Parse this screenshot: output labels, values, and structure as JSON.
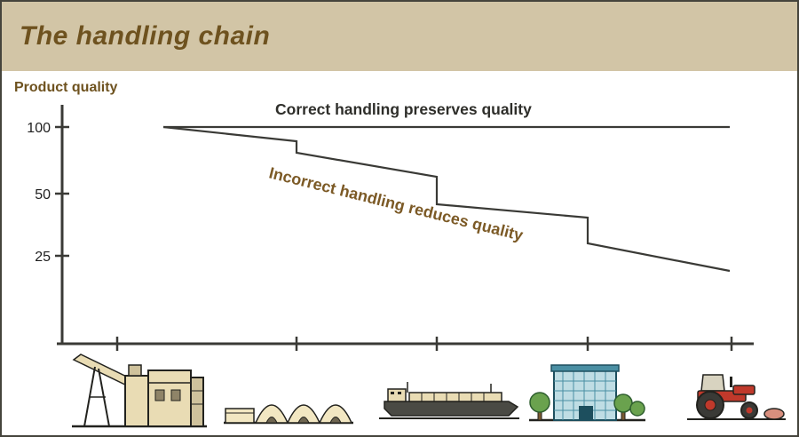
{
  "title": "The handling chain",
  "header_bg": "#d2c5a6",
  "title_color": "#6e521f",
  "chart_data": {
    "type": "line",
    "title": "The handling chain",
    "xlabel": "",
    "ylabel": "Product quality",
    "ylim": [
      0,
      110
    ],
    "grid": false,
    "legend": "inline-labels",
    "yticks": [
      {
        "label": "100",
        "value": 100
      },
      {
        "label": "50",
        "value": 50
      },
      {
        "label": "25",
        "value": 25
      }
    ],
    "stations": [
      "production-plant",
      "storage-sheds",
      "cargo-ship",
      "market-building",
      "farm-tractor"
    ],
    "correct_line": {
      "label": "Correct handling preserves quality",
      "values_at_stations": [
        100,
        100,
        100,
        100,
        100
      ],
      "points_attr": "182,141 820,141"
    },
    "incorrect_line": {
      "label": "Incorrect handling reduces quality",
      "values_before_transfer": [
        100,
        89,
        63,
        40,
        22
      ],
      "values_after_transfer": [
        100,
        80,
        46,
        30,
        22
      ],
      "points_attr": "182,141 332,157 332,170 490,197 490,228 660,243 660,272 820,303"
    }
  },
  "icons": [
    {
      "name": "grain-elevator-icon",
      "meaning": "production / processing plant"
    },
    {
      "name": "storage-sheds-icon",
      "meaning": "storage warehouses"
    },
    {
      "name": "cargo-ship-icon",
      "meaning": "sea transport"
    },
    {
      "name": "market-building-icon",
      "meaning": "market / retail"
    },
    {
      "name": "tractor-icon",
      "meaning": "farm delivery"
    }
  ]
}
